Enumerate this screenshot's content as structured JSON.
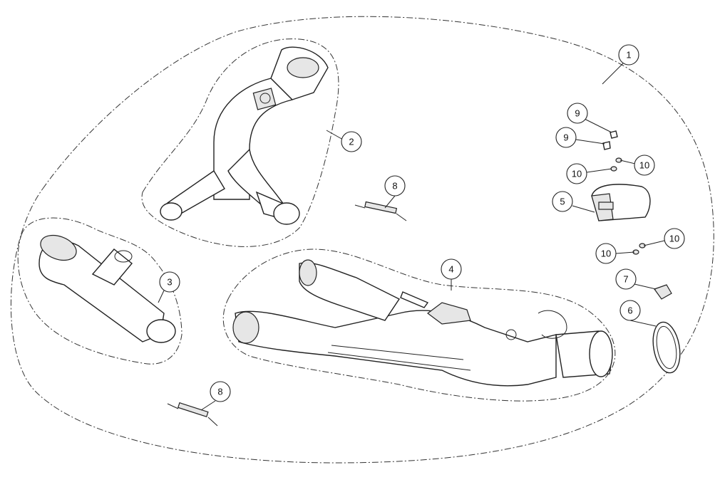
{
  "diagram": {
    "type": "exploded-parts-diagram",
    "callouts": [
      {
        "id": "c1",
        "label": "1"
      },
      {
        "id": "c2",
        "label": "2"
      },
      {
        "id": "c3",
        "label": "3"
      },
      {
        "id": "c4",
        "label": "4"
      },
      {
        "id": "c5",
        "label": "5"
      },
      {
        "id": "c6",
        "label": "6"
      },
      {
        "id": "c7",
        "label": "7"
      },
      {
        "id": "c8a",
        "label": "8"
      },
      {
        "id": "c8b",
        "label": "8"
      },
      {
        "id": "c9a",
        "label": "9"
      },
      {
        "id": "c9b",
        "label": "9"
      },
      {
        "id": "c10a",
        "label": "10"
      },
      {
        "id": "c10b",
        "label": "10"
      },
      {
        "id": "c10c",
        "label": "10"
      },
      {
        "id": "c10d",
        "label": "10"
      }
    ]
  }
}
